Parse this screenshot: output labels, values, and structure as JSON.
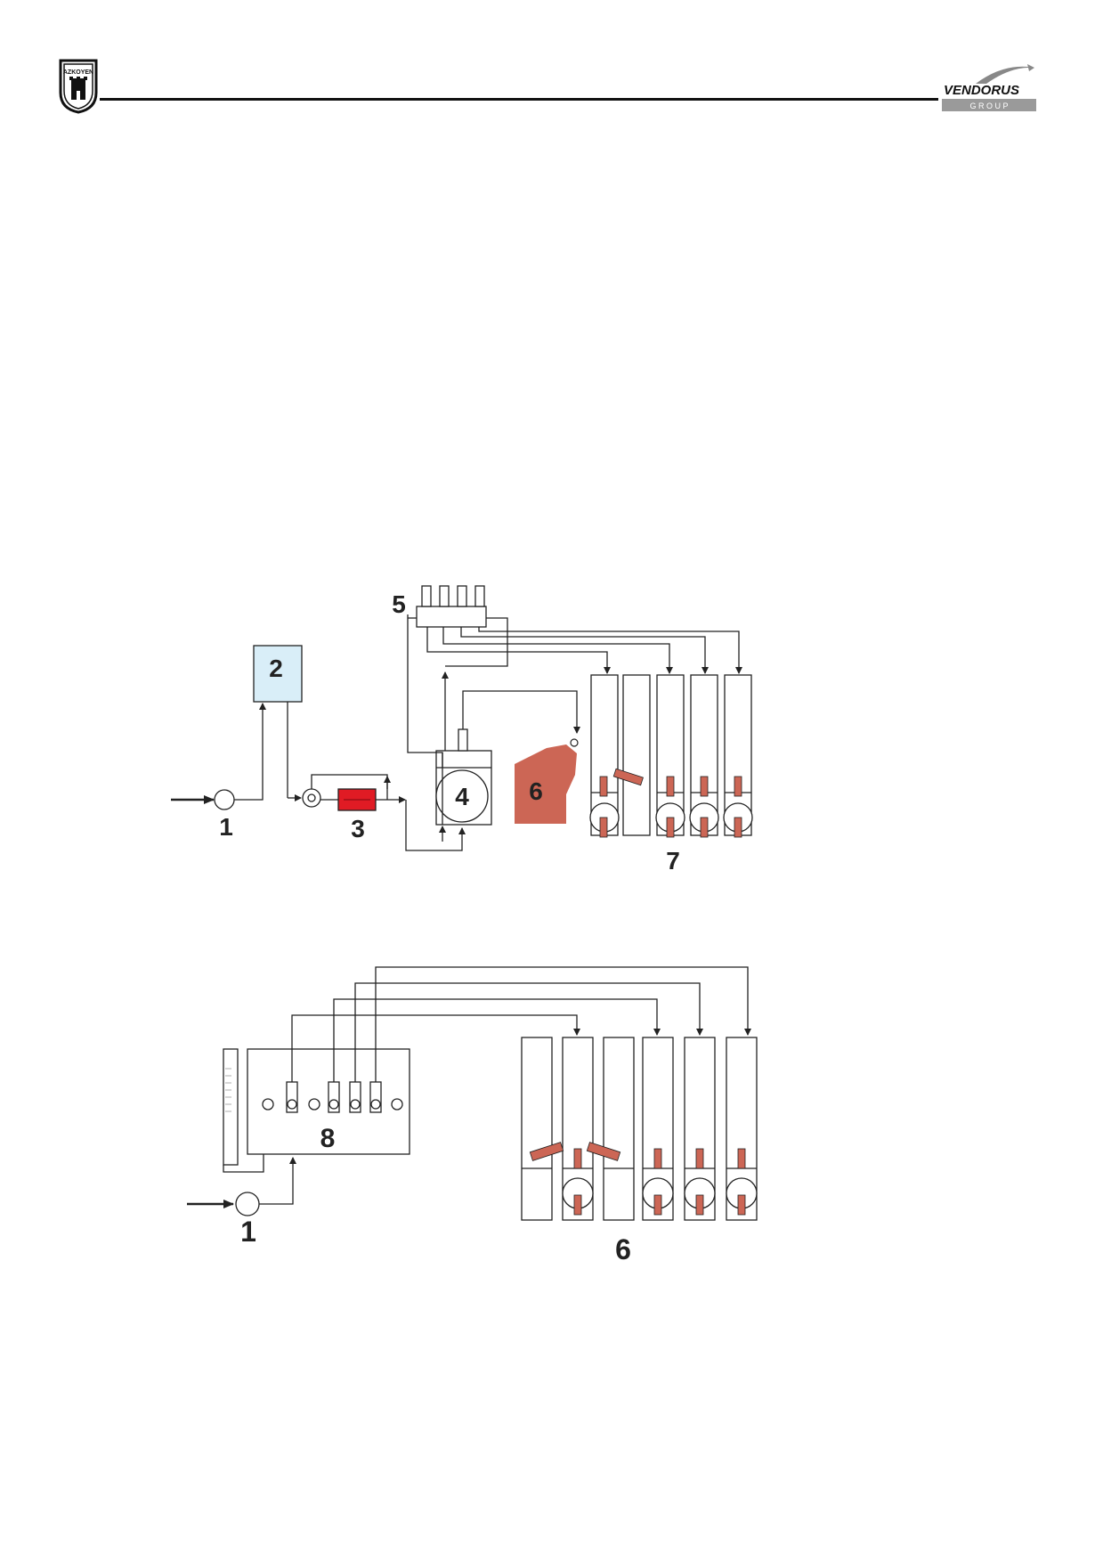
{
  "header": {
    "brand_left": "AZKOYEN",
    "brand_right": "VENDORUS",
    "brand_right_sub": "G R O U P"
  },
  "colors": {
    "line": "#222222",
    "container_fill": "#cc6655",
    "heater_fill": "#e01b24",
    "tank_fill": "#d9eef8"
  },
  "diagram1": {
    "labels": {
      "inlet": "1",
      "tank": "2",
      "heater": "3",
      "boiler": "4",
      "manifold": "5",
      "hopper": "6",
      "canisters": "7"
    }
  },
  "diagram2": {
    "labels": {
      "inlet": "1",
      "unit": "8",
      "canisters": "6"
    }
  }
}
